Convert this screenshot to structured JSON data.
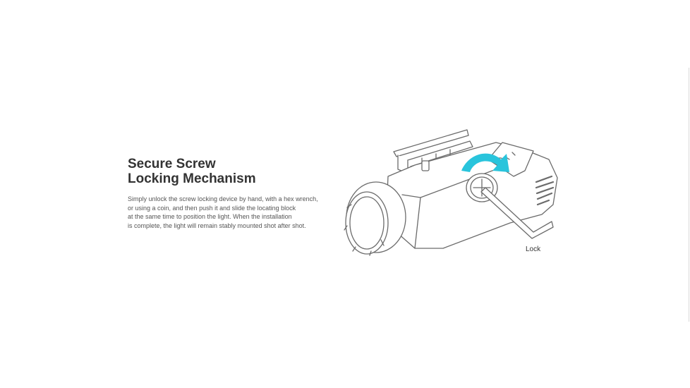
{
  "heading": {
    "line1": "Secure Screw",
    "line2": "Locking Mechanism"
  },
  "description": {
    "lines": [
      "Simply unlock the screw locking device by hand, with a hex wrench,",
      "or using a coin, and then push it and slide the locating block",
      "at the same time to position the light. When the installation",
      "is complete, the light will remain stably mounted shot after shot."
    ]
  },
  "illustration": {
    "callout_label": "Lock",
    "arrow_color": "#29c4dc",
    "line_color": "#6b6b6b",
    "icons": [
      "flashlight-illustration",
      "rotate-arrow-icon",
      "hex-wrench-icon"
    ]
  }
}
